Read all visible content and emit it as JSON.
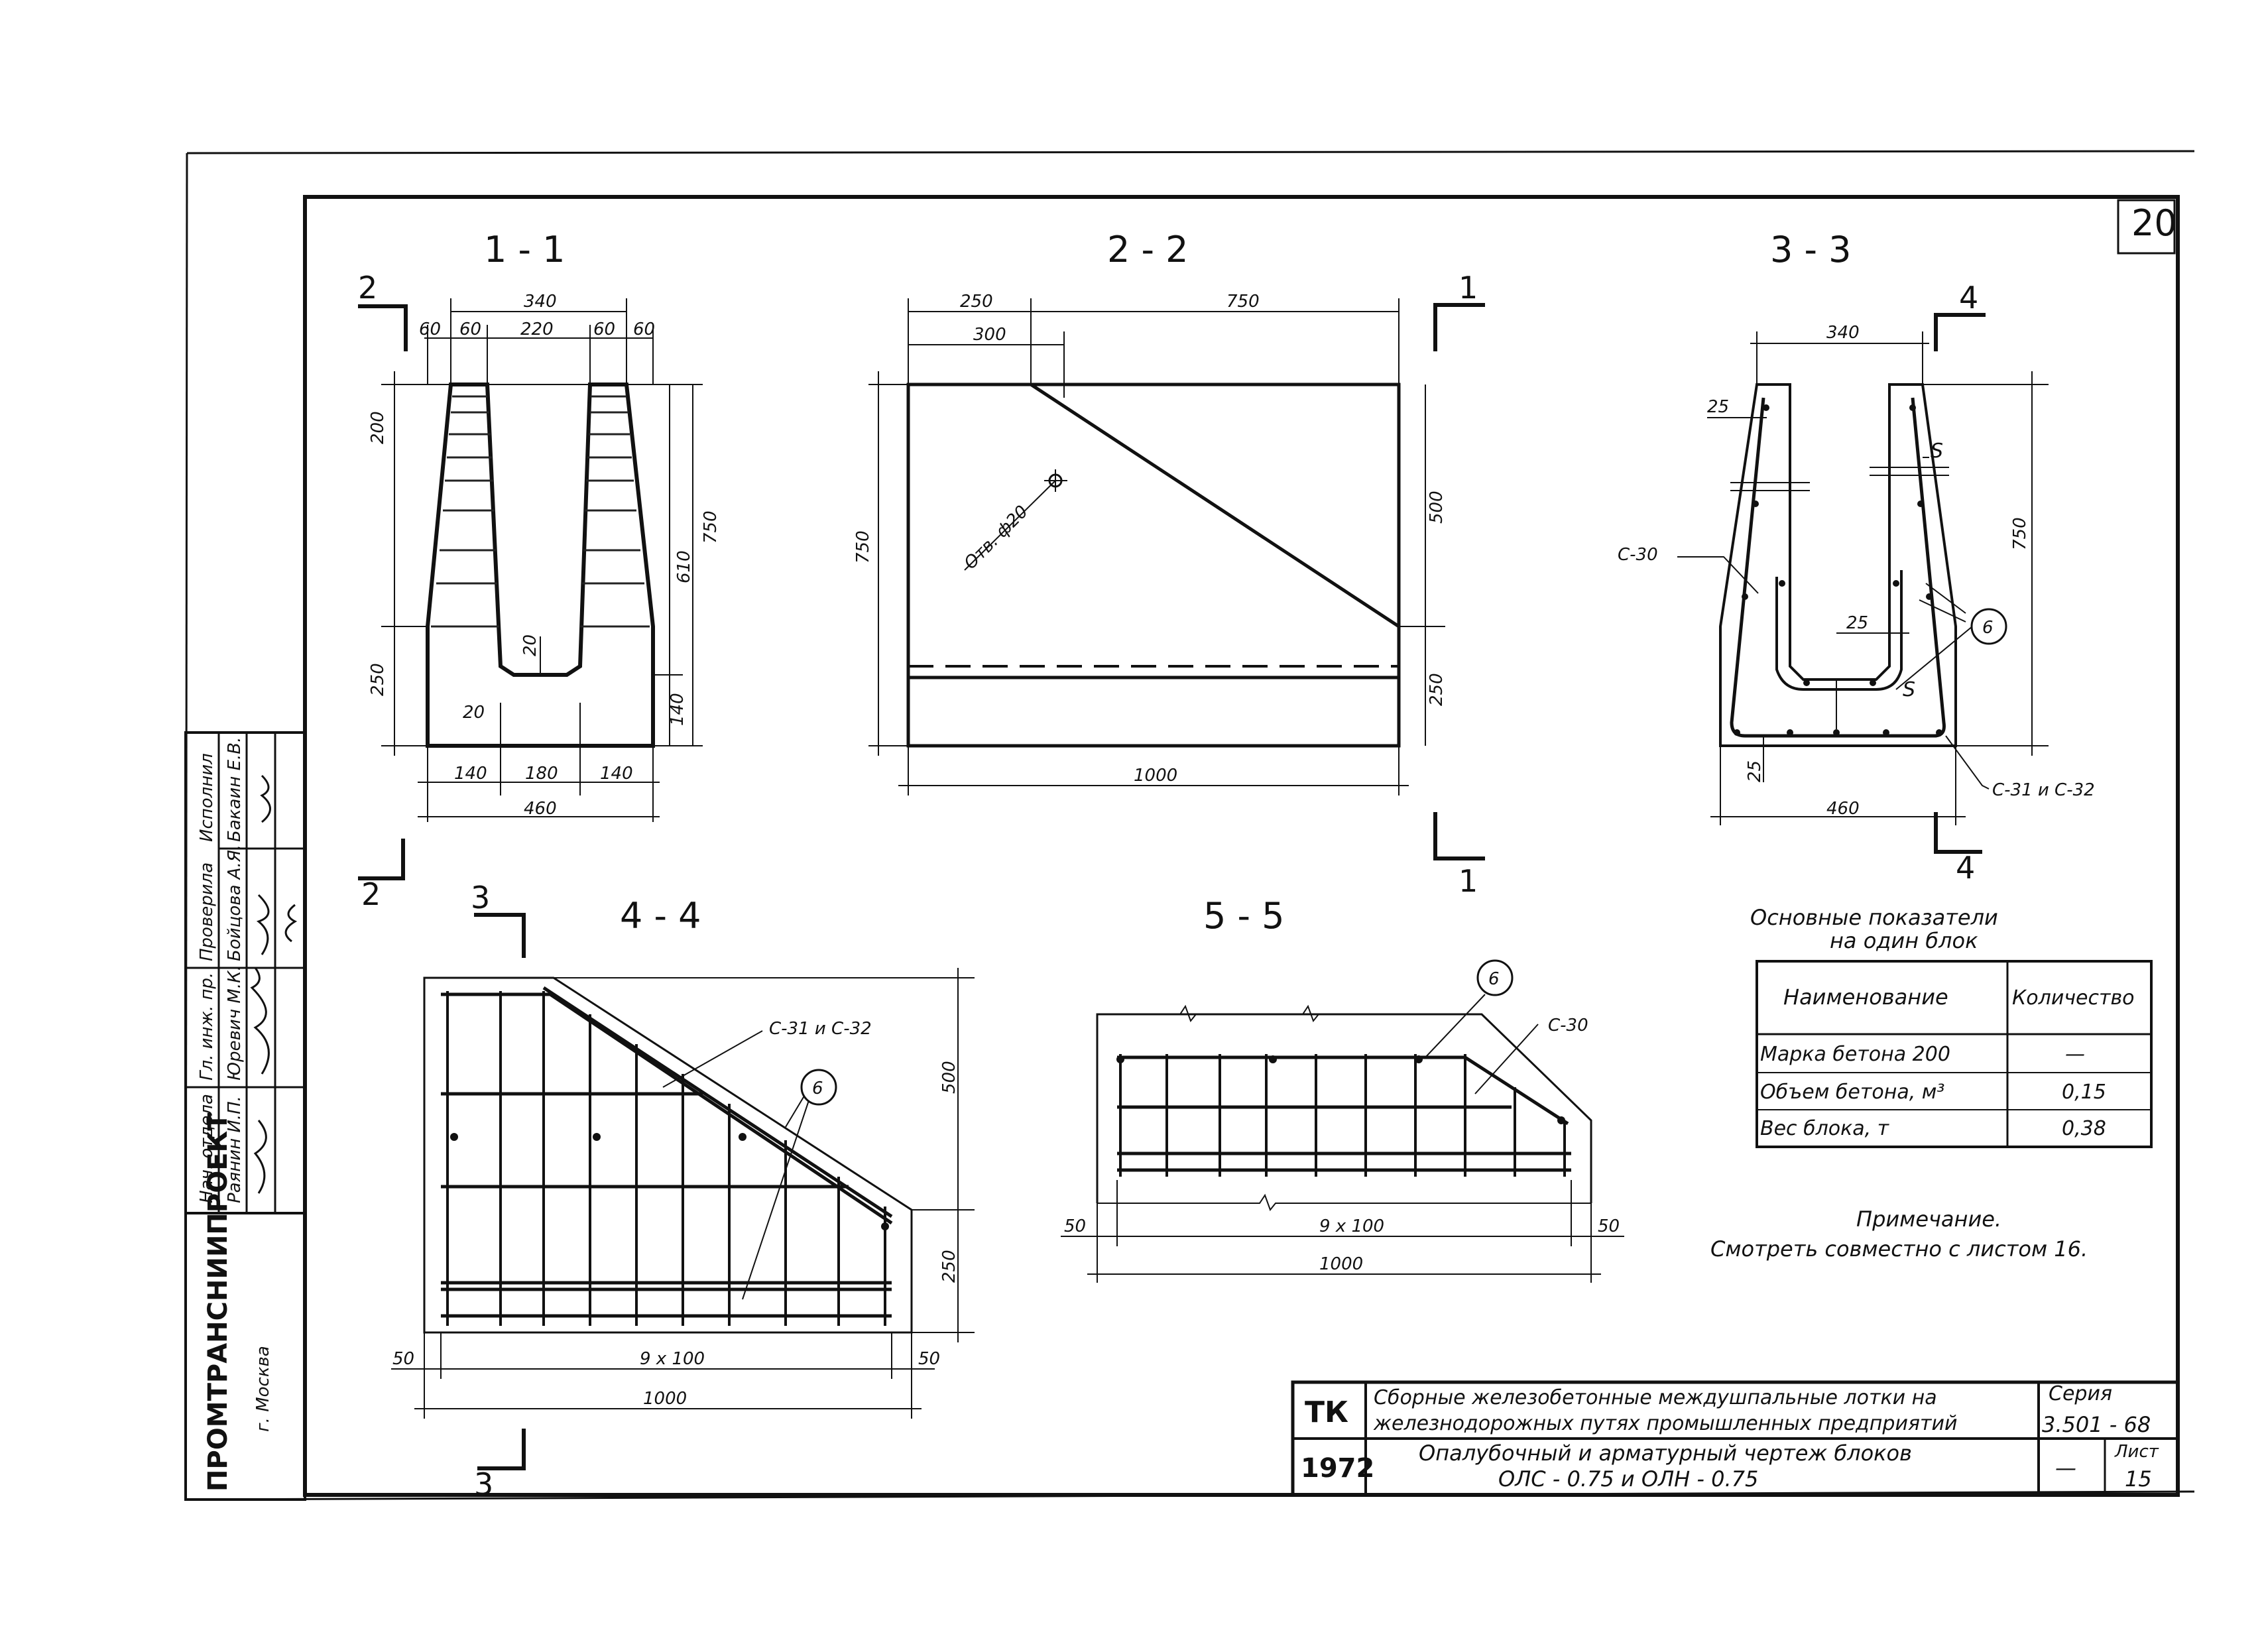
{
  "page_number": "20",
  "sections": {
    "s11": {
      "title": "1 - 1",
      "cut_label": "2",
      "dims": {
        "d340": "340",
        "d60a": "60",
        "d60b": "60",
        "d220": "220",
        "d60c": "60",
        "d60d": "60",
        "d200": "200",
        "d250": "250",
        "d20a": "20",
        "d20b": "20",
        "d610": "610",
        "d750": "750",
        "d140": "140",
        "d140b": "140",
        "d180": "180",
        "d140c": "140",
        "d460": "460"
      }
    },
    "s22": {
      "title": "2 - 2",
      "cut_label": "1",
      "dims": {
        "d250": "250",
        "d750": "750",
        "d300": "300",
        "d750v": "750",
        "d500": "500",
        "d250v": "250",
        "d1000": "1000"
      },
      "hole_label": "Отв. ф20"
    },
    "s33": {
      "title": "3 - 3",
      "cut_label": "4",
      "dims": {
        "d340": "340",
        "d25a": "25",
        "d25b": "25",
        "d25c": "25",
        "d750": "750",
        "d460": "460",
        "s": "S"
      },
      "labels": {
        "c30": "C-30",
        "c31": "C-31 и C-32",
        "mark6": "6"
      }
    },
    "s44": {
      "title": "4 - 4",
      "cut_label": "3",
      "dims": {
        "d500": "500",
        "d250": "250",
        "d50a": "50",
        "d9x100": "9 x 100",
        "d50b": "50",
        "d1000": "1000"
      },
      "labels": {
        "c31": "C-31 и C-32",
        "mark6": "6"
      }
    },
    "s55": {
      "title": "5 - 5",
      "dims": {
        "d50a": "50",
        "d9x100": "9 x 100",
        "d50b": "50",
        "d1000": "1000"
      },
      "labels": {
        "c30": "C-30",
        "mark6": "6"
      }
    }
  },
  "indicators": {
    "title_line1": "Основные показатели",
    "title_line2": "на один блок",
    "headers": [
      "Наименование",
      "Количество"
    ],
    "rows": [
      {
        "name": "Марка бетона 200",
        "value": "—"
      },
      {
        "name": "Объем бетона, м³",
        "value": "0,15"
      },
      {
        "name": "Вес блока, т",
        "value": "0,38"
      }
    ]
  },
  "note": {
    "title": "Примечание.",
    "text": "Смотреть совместно с листом 16."
  },
  "title_block": {
    "tk": "ТК",
    "year": "1972",
    "project_line1": "Сборные железобетонные междушпальные лотки на",
    "project_line2": "железнодорожных путях промышленных предприятий",
    "drawing_line1": "Опалубочный и арматурный чертеж блоков",
    "drawing_line2": "ОЛС - 0.75 и ОЛН - 0.75",
    "series_label": "Серия",
    "series_value": "3.501 - 68",
    "sheet_dash": "—",
    "sheet_label": "Лист",
    "sheet_value": "15"
  },
  "stamp": {
    "org": "ПРОМТРАНСНИИПРОЕКТ",
    "city": "г. Москва",
    "roles": [
      "Нач. отдела",
      "Гл. инж. пр.",
      "Проверила",
      "Исполнил"
    ],
    "names": [
      "Раянин И.П.",
      "Юревич М.К.",
      "Бойцова А.Я.",
      "Бакаин Е.В."
    ]
  }
}
